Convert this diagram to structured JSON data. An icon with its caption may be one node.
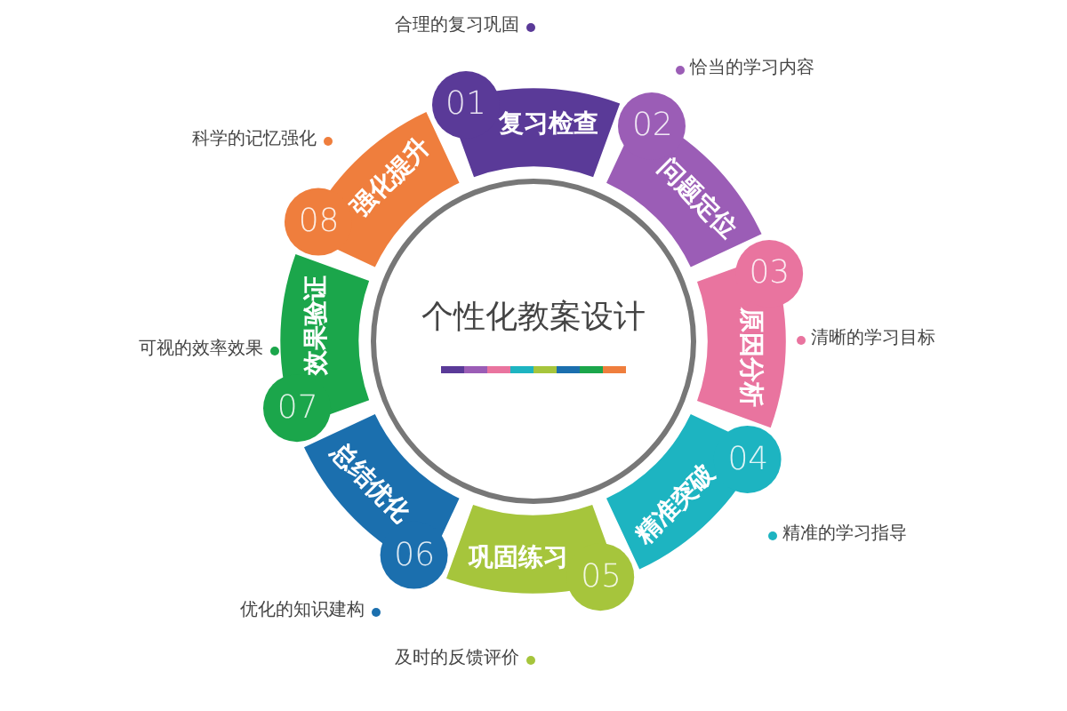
{
  "diagram": {
    "nodes": [
      {
        "text": [
          "个性化教案设计"
        ]
      },
      {
        "text": [
          "01",
          "复习检查"
        ],
        "beside": [
          "合理的复习巩固"
        ]
      },
      {
        "text": [
          "02",
          "问题定位"
        ],
        "beside": [
          "恰当的学习内容"
        ]
      },
      {
        "text": [
          "03",
          "原因分析"
        ],
        "beside": [
          "清晰的学习目标"
        ]
      },
      {
        "text": [
          "04",
          "精准突破"
        ],
        "beside": [
          "精准的学习指导"
        ]
      },
      {
        "text": [
          "05",
          "巩固练习"
        ],
        "beside": [
          "及时的反馈评价"
        ]
      },
      {
        "text": [
          "06",
          "总结优化"
        ],
        "beside": [
          "优化的知识建构"
        ]
      },
      {
        "text": [
          "07",
          "效果验证"
        ],
        "beside": [
          "可视的效率效果"
        ]
      },
      {
        "text": [
          "08",
          "强化提升"
        ],
        "beside": [
          "科学的记忆强化"
        ]
      }
    ],
    "edges": []
  }
}
